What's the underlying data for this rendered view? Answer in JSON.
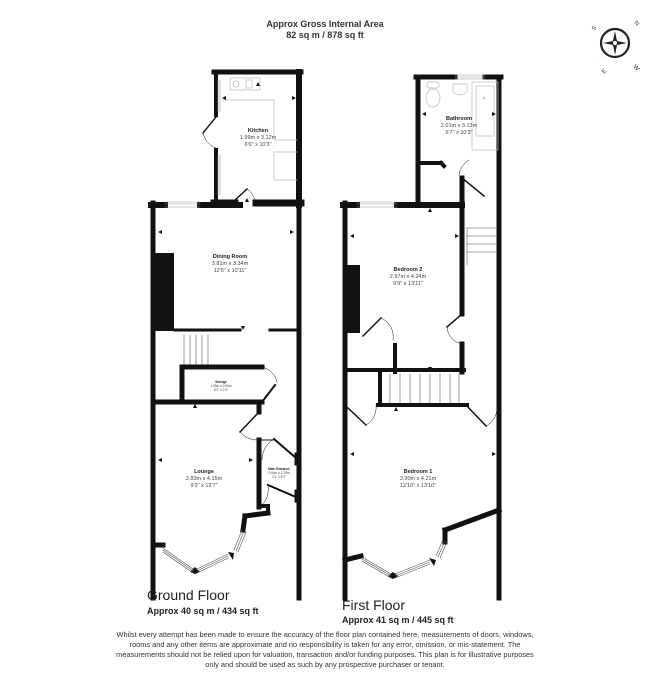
{
  "header": {
    "title": "Approx Gross Internal Area",
    "area": "82 sq m / 878 sq ft"
  },
  "compass": {
    "icon": "compass-rose-icon",
    "labels": {
      "n": "N",
      "s": "S",
      "e": "E",
      "w": "W"
    }
  },
  "floors": [
    {
      "id": "ground",
      "title": "Ground Floor",
      "area": "Approx 40 sq m / 434 sq ft",
      "rooms": [
        {
          "name": "Kitchen",
          "metric": "1.99m x 3.12m",
          "imperial": "6'6\" x 10'3\""
        },
        {
          "name": "Dining Room",
          "metric": "3.81m x 3.34m",
          "imperial": "12'6\" x 10'11\""
        },
        {
          "name": "Storage",
          "metric": "1.55m x 0.54m",
          "imperial": "5'1\" x 2'0\""
        },
        {
          "name": "Lounge",
          "metric": "2.83m x 4.15m",
          "imperial": "9'3\" x 13'7\""
        },
        {
          "name": "Main Entrance",
          "metric": "0.64m x 1.29m",
          "imperial": "2'1\" x 4'3\""
        }
      ]
    },
    {
      "id": "first",
      "title": "First Floor",
      "area": "Approx 41 sq m / 445 sq ft",
      "rooms": [
        {
          "name": "Bathroom",
          "metric": "2.01m x 3.13m",
          "imperial": "6'7\" x 10'3\""
        },
        {
          "name": "Bedroom 2",
          "metric": "2.97m x 4.24m",
          "imperial": "9'9\" x 13'11\""
        },
        {
          "name": "Bedroom 1",
          "metric": "3.90m x 4.21m",
          "imperial": "12'10\" x 13'10\""
        }
      ]
    }
  ],
  "disclaimer": "Whilst every attempt has been made to ensure the accuracy of the floor plan contained here, measurements of doors, windows, rooms and any other items are approximate and no responsibility is taken for any error, omission, or mis-statement. The measurements should not be relied upon for valuation, transaction and/or funding purposes. This plan is for illustrative purposes only and should be used as such by any prospective purchaser or tenant.",
  "colors": {
    "wall": "#111111",
    "background": "#ffffff",
    "fixture": "#bbbbbb"
  }
}
